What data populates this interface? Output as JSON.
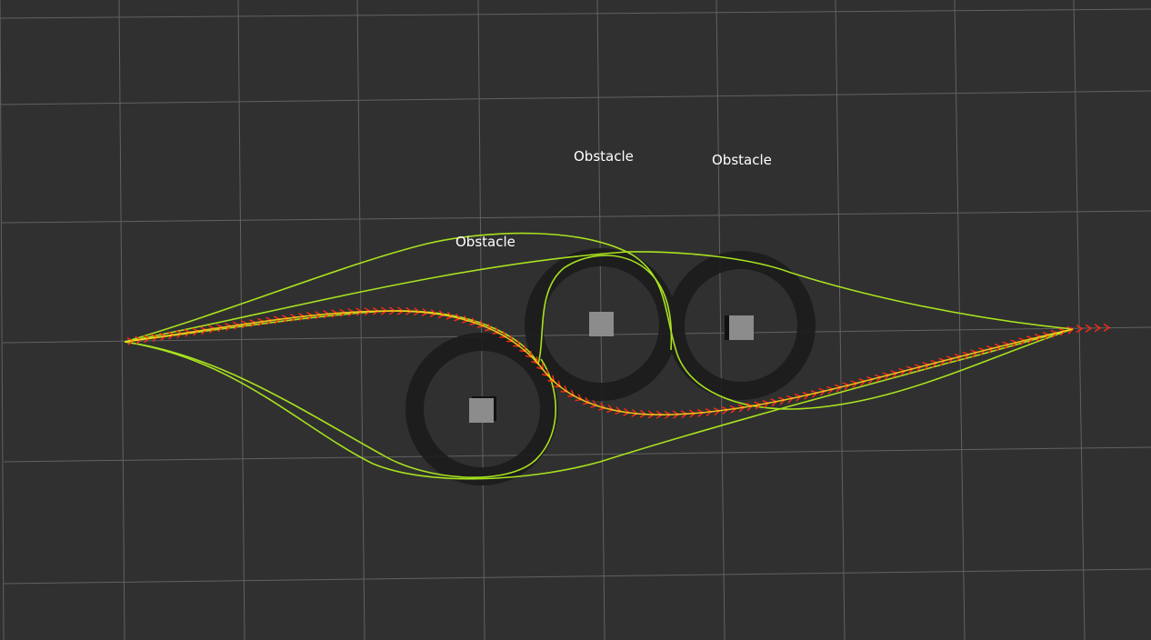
{
  "scene": {
    "background_color": "#303030",
    "grid_color": "#8a8a8a",
    "inflation_color": "#1c1c1c",
    "obstacle_color": "#8c8c8c",
    "path_color": "#a8e21e",
    "pose_arrow_color": "#ff2a12"
  },
  "obstacles": [
    {
      "label": "Obstacle"
    },
    {
      "label": "Obstacle"
    },
    {
      "label": "Obstacle"
    }
  ]
}
